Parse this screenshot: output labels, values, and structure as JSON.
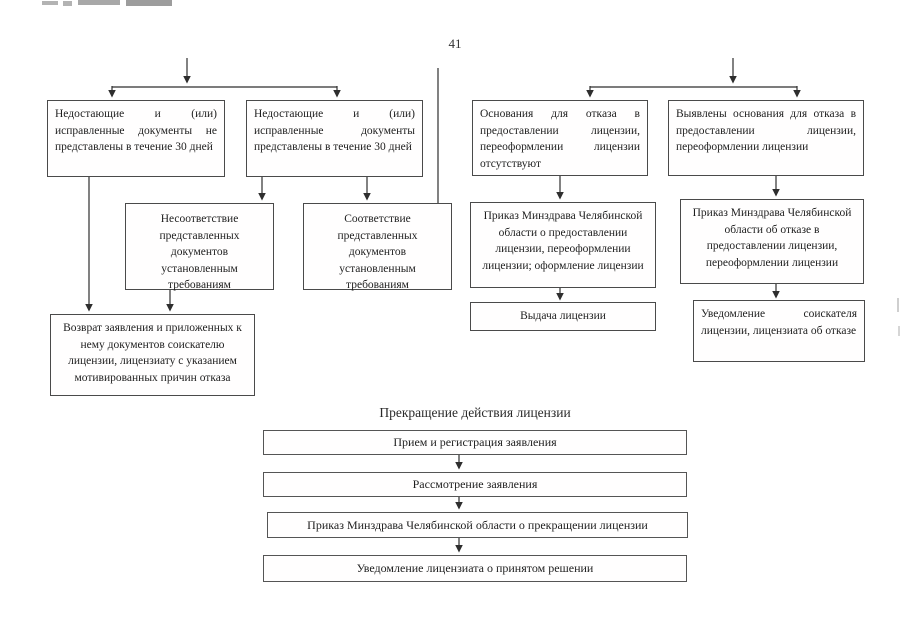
{
  "page": {
    "number": "41"
  },
  "flowchart": {
    "boxes": {
      "docs_not_submitted": "Недостающие и (или) исправленные документы не представлены в течение 30 дней",
      "docs_submitted": "Недостающие и (или) исправленные документы представлены в течение 30 дней",
      "no_refusal_grounds": "Основания для отказа в предоставлении лицензии, переоформлении лицензии отсутствуют",
      "refusal_grounds_found": "Выявлены основания для отказа в предоставлении лицензии, переоформлении лицензии",
      "docs_nonconform": "Несоответствие представленных документов установленным требованиям",
      "docs_conform": "Соответствие представленных документов установленным требованиям",
      "order_grant": "Приказ Минздрава Челябинской области о предоставлении лицензии, переоформлении лицензии; оформление лицензии",
      "order_refuse": "Приказ Минздрава Челябинской области об отказе в предоставлении лицензии, переоформлении лицензии",
      "return_application": "Возврат заявления и приложенных к нему документов соискателю лицензии, лицензиату с указанием мотивированных причин отказа",
      "issue_license": "Выдача лицензии",
      "notify_refusal": "Уведомление соискателя лицензии, лицензиата об отказе"
    },
    "termination": {
      "title": "Прекращение действия лицензии",
      "steps": [
        "Прием и регистрация заявления",
        "Рассмотрение заявления",
        "Приказ Минздрава Челябинской области о прекращении лицензии",
        "Уведомление лицензиата о принятом решении"
      ]
    },
    "line_color": "#2e2e2e"
  }
}
